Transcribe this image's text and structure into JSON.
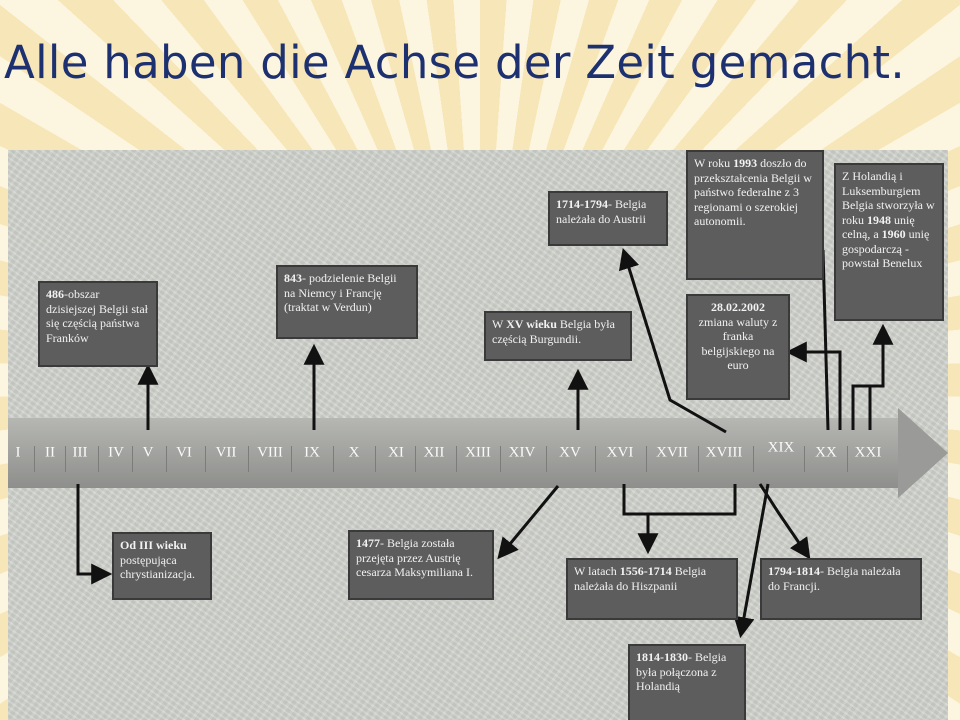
{
  "slide": {
    "title": "Alle haben die Achse der Zeit gemacht."
  },
  "timeline": {
    "centuries": [
      "I",
      "II",
      "III",
      "IV",
      "V",
      "VI",
      "VII",
      "VIII",
      "IX",
      "X",
      "XI",
      "XII",
      "XIII",
      "XIV",
      "XV",
      "XVI",
      "XVII",
      "XVIII",
      "XIX",
      "XX",
      "XXI"
    ]
  },
  "events": {
    "e486": {
      "bold": "486",
      "text": "-obszar dzisiejszej Belgii stał się częścią państwa Franków"
    },
    "e843": {
      "bold": "843",
      "text": "- podzielenie Belgii na Niemcy i Francję (traktat w Verdun)"
    },
    "e3c": {
      "bold": "Od III wieku",
      "text": " postępująca chrystianizacja."
    },
    "e15c": {
      "pre": "W ",
      "bold": "XV wieku",
      "text": " Belgia była częścią Burgundii."
    },
    "e1477": {
      "bold": "1477",
      "text": "- Belgia została przejęta przez Austrię cesarza Maksymiliana I."
    },
    "e1714": {
      "bold": "1714-1794",
      "text": "- Belgia należała do Austrii"
    },
    "e1556": {
      "pre": "W latach ",
      "bold": "1556-1714",
      "text": " Belgia należała do Hiszpanii"
    },
    "e1814": {
      "bold": "1814-1830",
      "text": "- Belgia była połączona z Holandią"
    },
    "e1794": {
      "bold": "1794-1814",
      "text": "- Belgia należała do Francji."
    },
    "e1993": {
      "pre": "W roku ",
      "bold": "1993",
      "text": " doszło do przekształcenia Belgii w państwo federalne z 3 regionami o szerokiej autonomii."
    },
    "e2002": {
      "bold": "28.02.2002",
      "text": " zmiana waluty z franka belgijskiego na euro"
    },
    "eBenelux": {
      "pre": "Z Holandią i Luksemburgiem Belgia stworzyła w roku ",
      "bold1": "1948",
      "mid": " unię celną, a ",
      "bold2": "1960",
      "text": " unię gospodarczą - powstał Benelux"
    }
  }
}
